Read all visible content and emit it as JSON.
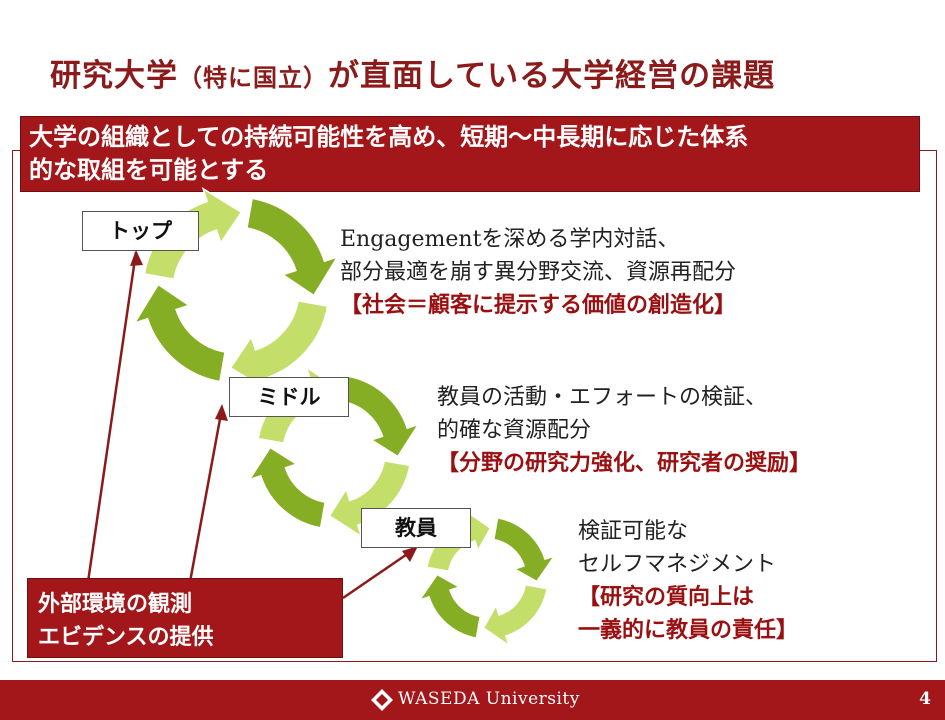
{
  "title": {
    "main": "研究大学",
    "paren": "（特に国立）",
    "rest": "が直面している大学経営の課題"
  },
  "banner": {
    "line1": "大学の組織としての持続可能性を高め、短期～中長期に応じた体系",
    "line2": "的な取組を可能とする"
  },
  "stages": {
    "top": "トップ",
    "middle": "ミドル",
    "faculty": "教員"
  },
  "top_desc": {
    "line1": "Engagementを深める学内対話、",
    "line2": "部分最適を崩す異分野交流、資源再配分",
    "line3": "【社会＝顧客に提示する価値の創造化】"
  },
  "middle_desc": {
    "line1": "教員の活動・エフォートの検証、",
    "line2": "的確な資源配分",
    "line3": "【分野の研究力強化、研究者の奨励】"
  },
  "faculty_desc": {
    "line1": "検証可能な",
    "line2": "セルフマネジメント",
    "line3": "【研究の質向上は",
    "line4": "一義的に教員の責任】"
  },
  "external": {
    "line1": "外部環境の観測",
    "line2": "エビデンスの提供"
  },
  "footer": {
    "university": "WASEDA University",
    "page": "4"
  },
  "colors": {
    "accent": "#a3161a",
    "cycle_light": "#c4de6a",
    "cycle_dark": "#86ae25"
  }
}
